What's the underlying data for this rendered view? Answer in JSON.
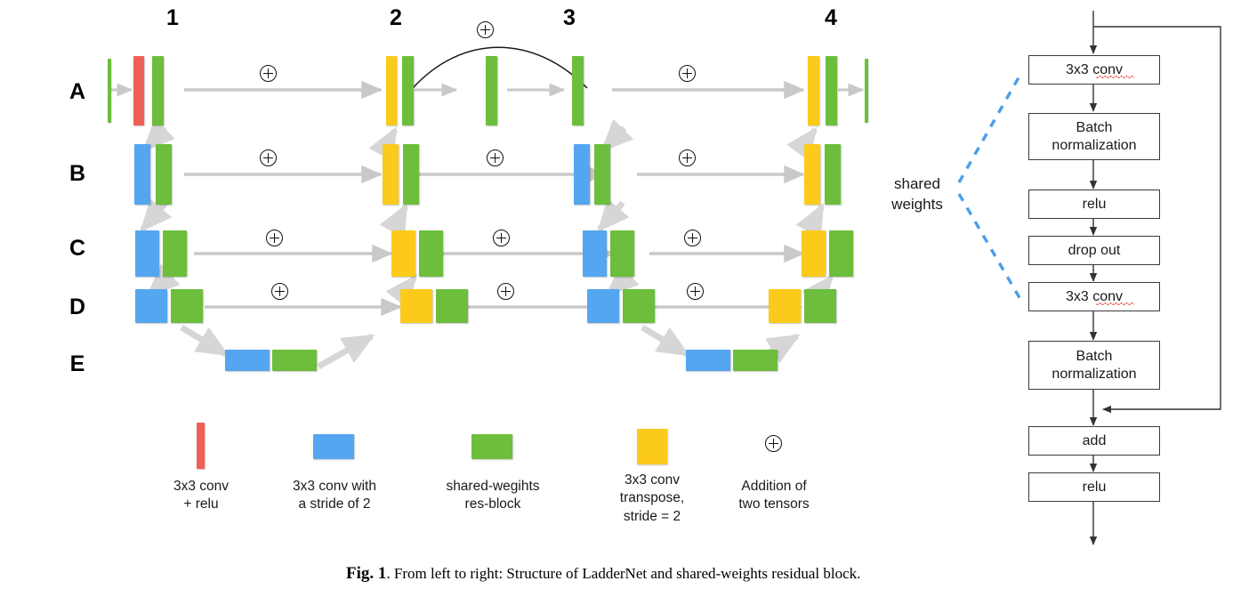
{
  "figure": {
    "caption_label": "Fig. 1",
    "caption_text": ". From left to right: Structure of LadderNet and shared-weights residual block."
  },
  "colors": {
    "red": "#ee6055",
    "blue": "#54a6f0",
    "green": "#6cbe3c",
    "yellow": "#fbca1b",
    "arrow_gray": "#c9c9c9",
    "dashed_blue": "#4a9eea",
    "box_border": "#3a3a3a",
    "text": "#1a1a1a"
  },
  "network": {
    "column_labels": [
      "1",
      "2",
      "3",
      "4"
    ],
    "row_labels": [
      "A",
      "B",
      "C",
      "D",
      "E"
    ],
    "plus_icon": "circled-plus",
    "blocks": [
      {
        "row": "A",
        "col": "1",
        "kind": "input-line",
        "color": "green"
      },
      {
        "row": "A",
        "col": "1",
        "kind": "conv-relu",
        "color": "red"
      },
      {
        "row": "A",
        "col": "1",
        "kind": "res-block",
        "color": "green"
      },
      {
        "row": "A",
        "col": "2",
        "kind": "conv-transpose",
        "color": "yellow"
      },
      {
        "row": "A",
        "col": "2",
        "kind": "res-block",
        "color": "green"
      },
      {
        "row": "A",
        "col": "2.5",
        "kind": "res-block",
        "color": "green"
      },
      {
        "row": "A",
        "col": "3",
        "kind": "res-block",
        "color": "green"
      },
      {
        "row": "A",
        "col": "4",
        "kind": "conv-transpose",
        "color": "yellow"
      },
      {
        "row": "A",
        "col": "4",
        "kind": "res-block",
        "color": "green"
      },
      {
        "row": "A",
        "col": "4",
        "kind": "output-line",
        "color": "green"
      },
      {
        "row": "B",
        "col": "1",
        "kind": "conv-stride2",
        "color": "blue"
      },
      {
        "row": "B",
        "col": "1",
        "kind": "res-block",
        "color": "green"
      },
      {
        "row": "B",
        "col": "2",
        "kind": "conv-transpose",
        "color": "yellow"
      },
      {
        "row": "B",
        "col": "2",
        "kind": "res-block",
        "color": "green"
      },
      {
        "row": "B",
        "col": "3",
        "kind": "conv-stride2",
        "color": "blue"
      },
      {
        "row": "B",
        "col": "3",
        "kind": "res-block",
        "color": "green"
      },
      {
        "row": "B",
        "col": "4",
        "kind": "conv-transpose",
        "color": "yellow"
      },
      {
        "row": "B",
        "col": "4",
        "kind": "res-block",
        "color": "green"
      },
      {
        "row": "C",
        "col": "1",
        "kind": "conv-stride2",
        "color": "blue"
      },
      {
        "row": "C",
        "col": "1",
        "kind": "res-block",
        "color": "green"
      },
      {
        "row": "C",
        "col": "2",
        "kind": "conv-transpose",
        "color": "yellow"
      },
      {
        "row": "C",
        "col": "2",
        "kind": "res-block",
        "color": "green"
      },
      {
        "row": "C",
        "col": "3",
        "kind": "conv-stride2",
        "color": "blue"
      },
      {
        "row": "C",
        "col": "3",
        "kind": "res-block",
        "color": "green"
      },
      {
        "row": "C",
        "col": "4",
        "kind": "conv-transpose",
        "color": "yellow"
      },
      {
        "row": "C",
        "col": "4",
        "kind": "res-block",
        "color": "green"
      },
      {
        "row": "D",
        "col": "1",
        "kind": "conv-stride2",
        "color": "blue"
      },
      {
        "row": "D",
        "col": "1",
        "kind": "res-block",
        "color": "green"
      },
      {
        "row": "D",
        "col": "2",
        "kind": "conv-transpose",
        "color": "yellow"
      },
      {
        "row": "D",
        "col": "2",
        "kind": "res-block",
        "color": "green"
      },
      {
        "row": "D",
        "col": "3",
        "kind": "conv-stride2",
        "color": "blue"
      },
      {
        "row": "D",
        "col": "3",
        "kind": "res-block",
        "color": "green"
      },
      {
        "row": "D",
        "col": "4",
        "kind": "conv-transpose",
        "color": "yellow"
      },
      {
        "row": "D",
        "col": "4",
        "kind": "res-block",
        "color": "green"
      },
      {
        "row": "E",
        "col": "1-2",
        "kind": "conv-stride2",
        "color": "blue"
      },
      {
        "row": "E",
        "col": "1-2",
        "kind": "res-block",
        "color": "green"
      },
      {
        "row": "E",
        "col": "3-4",
        "kind": "conv-stride2",
        "color": "blue"
      },
      {
        "row": "E",
        "col": "3-4",
        "kind": "res-block",
        "color": "green"
      }
    ]
  },
  "legend": {
    "items": [
      {
        "swatch": "red",
        "label": "3x3 conv\n+ relu"
      },
      {
        "swatch": "blue",
        "label": "3x3 conv with\na stride of 2"
      },
      {
        "swatch": "green",
        "label": "shared-wegihts\nres-block"
      },
      {
        "swatch": "yellow",
        "label": "3x3 conv\ntranspose,\nstride = 2"
      },
      {
        "swatch": "plus",
        "label": "Addition of\ntwo tensors"
      }
    ]
  },
  "residual_block": {
    "shared_weights_label": "shared\nweights",
    "steps": [
      {
        "label": "3x3 conv",
        "misspelled": true
      },
      {
        "label": "Batch\nnormalization",
        "misspelled": false
      },
      {
        "label": "relu",
        "misspelled": false
      },
      {
        "label": "drop out",
        "misspelled": false
      },
      {
        "label": "3x3 conv",
        "misspelled": true
      },
      {
        "label": "Batch\nnormalization",
        "misspelled": false
      },
      {
        "label": "add",
        "misspelled": false
      },
      {
        "label": "relu",
        "misspelled": false
      }
    ]
  }
}
